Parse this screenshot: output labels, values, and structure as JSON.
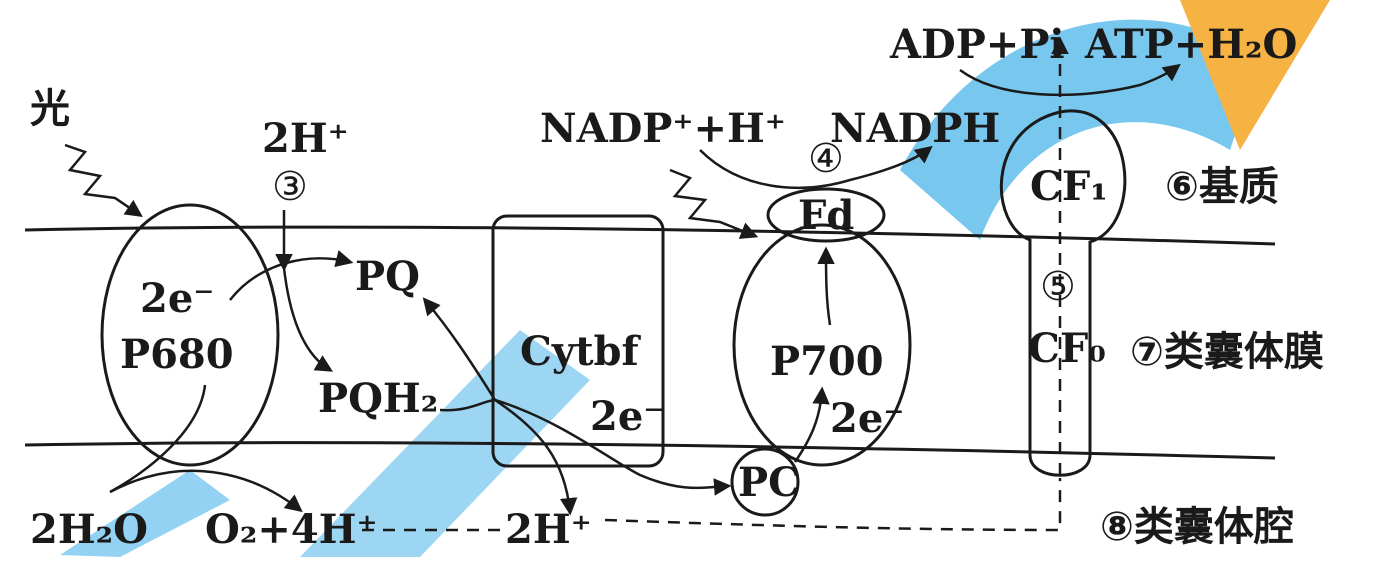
{
  "diagram": {
    "light_label": "光",
    "proton_top": "2H⁺",
    "circle_3": "③",
    "circle_4": "④",
    "circle_5": "⑤",
    "e_p680": "2e⁻",
    "p680": "P680",
    "pq": "PQ",
    "pqh2": "PQH₂",
    "cytbf": "Cytbf",
    "e_cytbf": "2e⁻",
    "pc": "PC",
    "p700": "P700",
    "e_p700": "2e⁻",
    "fd": "Fd",
    "nadp_in": "NADP⁺+H⁺",
    "nadph": "NADPH",
    "adp": "ADP+Pi",
    "atp": "ATP+H₂O",
    "cf1": "CF₁",
    "cf0": "CF₀",
    "region_6": "⑥基质",
    "region_7": "⑦类囊体膜",
    "region_8": "⑧类囊体腔",
    "water": "2H₂O",
    "oxygen": "O₂+4H⁺",
    "proton_lumen": "2H⁺"
  },
  "watermark": {
    "colors": {
      "blue": "#2aa6e6",
      "orange": "#f5a623"
    }
  }
}
